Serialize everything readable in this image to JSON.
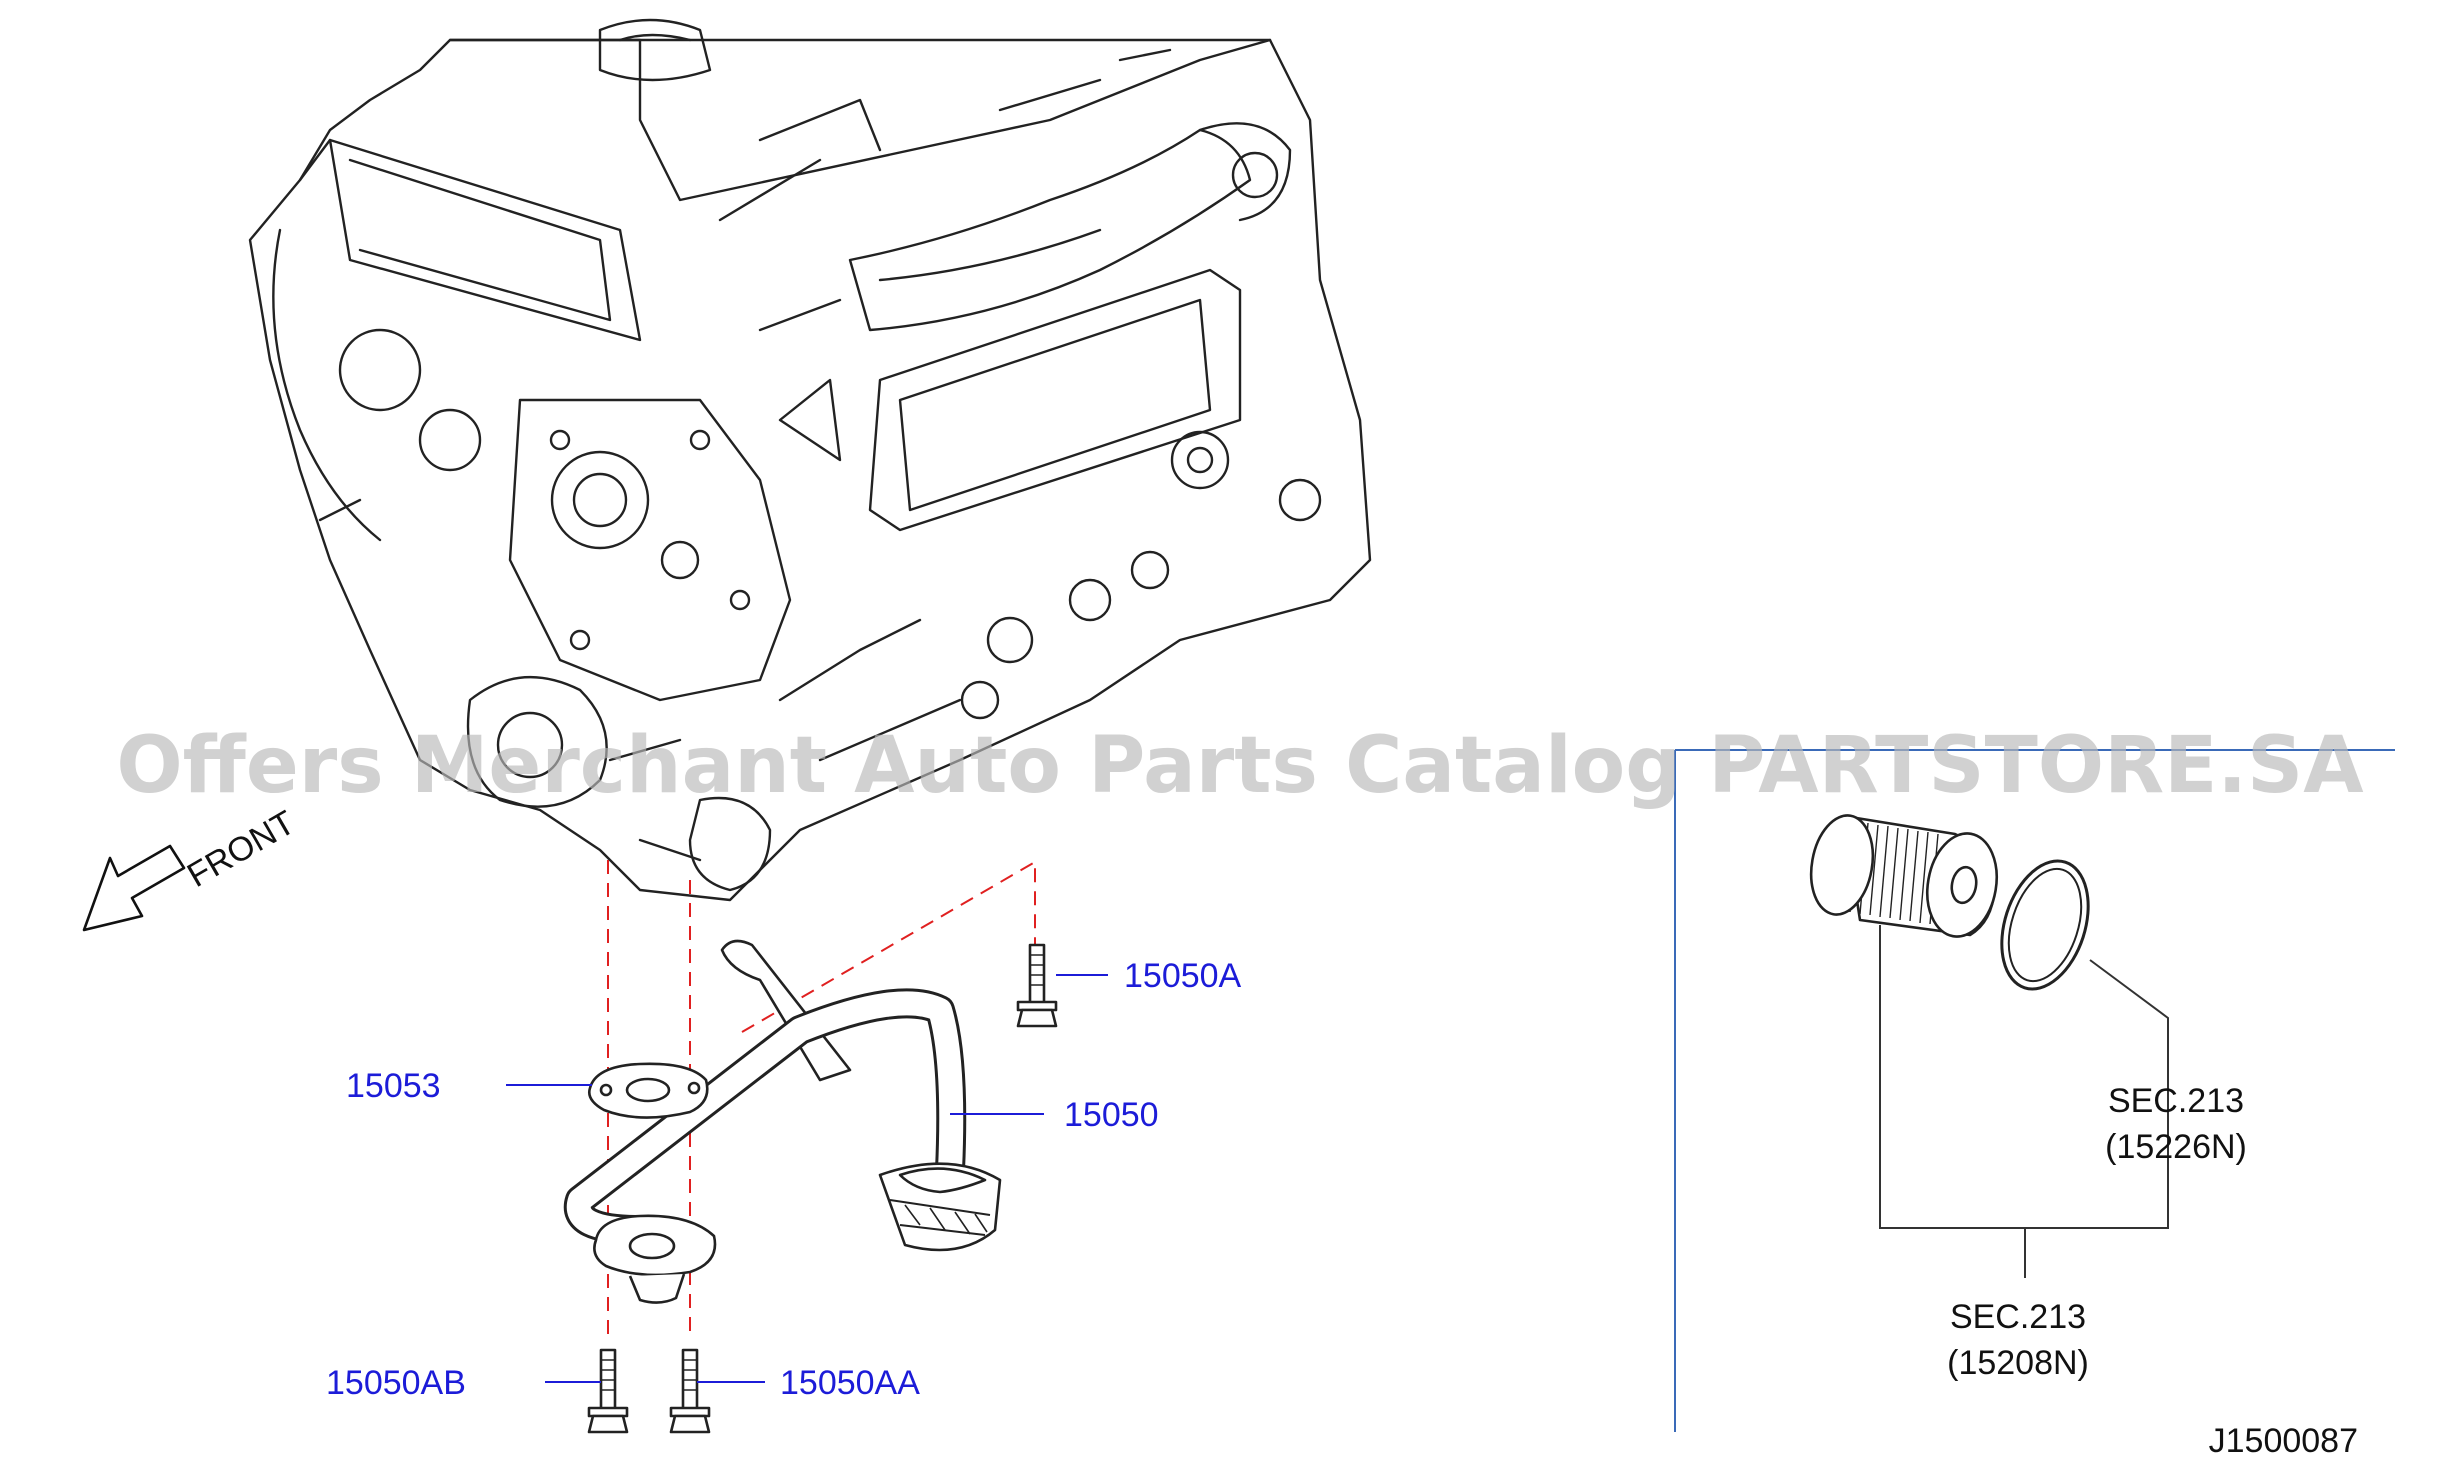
{
  "labels": {
    "front": "FRONT",
    "p15050A": "15050A",
    "p15053": "15053",
    "p15050": "15050",
    "p15050AB": "15050AB",
    "p15050AA": "15050AA",
    "sec_gasket": "SEC.213",
    "sec_gasket_part": "(15226N)",
    "sec_filter": "SEC.213",
    "sec_filter_part": "(15208N)",
    "diagram_id": "J1500087"
  },
  "watermark": "Offers Merchant Auto Parts Catalog PARTSTORE.SA",
  "colors": {
    "callout": "#1c1cd8",
    "dashed_guide": "#e02020",
    "line_art": "#222222",
    "watermark": "#b9b9b9"
  }
}
